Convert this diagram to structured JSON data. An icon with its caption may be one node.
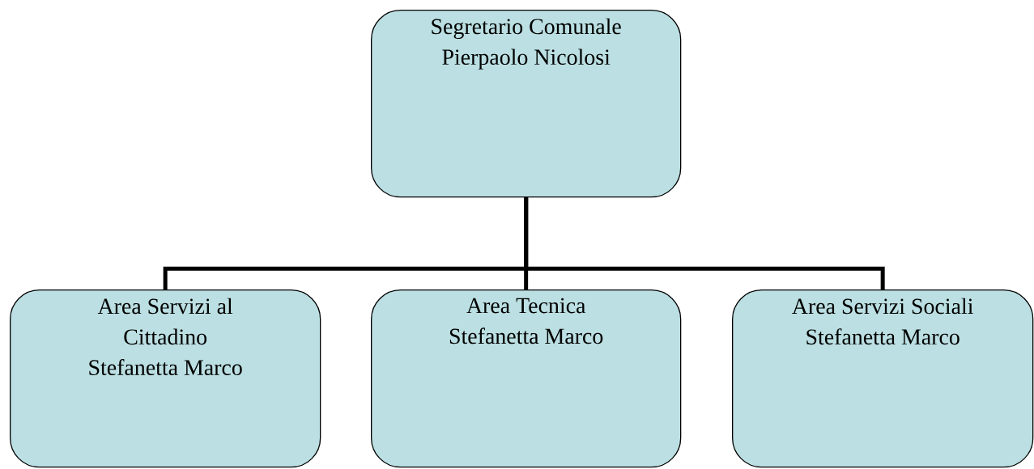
{
  "diagram": {
    "nodes": [
      {
        "text": [
          "Segretario Comunale",
          "Pierpaolo Nicolosi"
        ]
      },
      {
        "text": [
          "Area Servizi al Cittadino",
          "Stefanetta Marco"
        ]
      },
      {
        "text": [
          "Area Tecnica",
          "Stefanetta Marco"
        ]
      },
      {
        "text": [
          "Area Servizi Sociali",
          "Stefanetta Marco"
        ]
      }
    ],
    "edges": [
      {
        "from": 0,
        "to": 1,
        "arrow": "none"
      },
      {
        "from": 0,
        "to": 2,
        "arrow": "none"
      },
      {
        "from": 0,
        "to": 3,
        "arrow": "none"
      }
    ]
  }
}
